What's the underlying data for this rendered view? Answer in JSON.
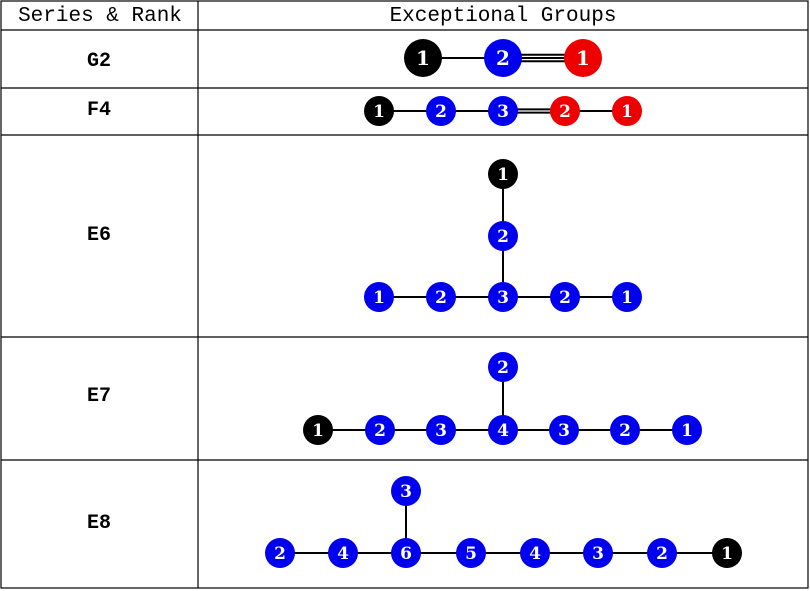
{
  "header": {
    "col1": "Series & Rank",
    "col2": "Exceptional Groups"
  },
  "colors": {
    "black": "#000000",
    "blue": "#0000ee",
    "red": "#ee0000"
  },
  "rows": [
    {
      "series": "G2",
      "nodes": [
        {
          "label": "1",
          "color": "black"
        },
        {
          "label": "2",
          "color": "blue"
        },
        {
          "label": "1",
          "color": "red"
        }
      ],
      "edges": [
        {
          "from": 0,
          "to": 1,
          "multiplicity": 1
        },
        {
          "from": 1,
          "to": 2,
          "multiplicity": 3
        }
      ]
    },
    {
      "series": "F4",
      "nodes": [
        {
          "label": "1",
          "color": "black"
        },
        {
          "label": "2",
          "color": "blue"
        },
        {
          "label": "3",
          "color": "blue"
        },
        {
          "label": "2",
          "color": "red"
        },
        {
          "label": "1",
          "color": "red"
        }
      ],
      "edges": [
        {
          "from": 0,
          "to": 1,
          "multiplicity": 1
        },
        {
          "from": 1,
          "to": 2,
          "multiplicity": 1
        },
        {
          "from": 2,
          "to": 3,
          "multiplicity": 2
        },
        {
          "from": 3,
          "to": 4,
          "multiplicity": 1
        }
      ]
    },
    {
      "series": "E6",
      "nodes": [
        {
          "label": "1",
          "color": "black"
        },
        {
          "label": "2",
          "color": "blue"
        },
        {
          "label": "1",
          "color": "blue"
        },
        {
          "label": "2",
          "color": "blue"
        },
        {
          "label": "3",
          "color": "blue"
        },
        {
          "label": "2",
          "color": "blue"
        },
        {
          "label": "1",
          "color": "blue"
        }
      ],
      "edges": [
        {
          "from": 0,
          "to": 1,
          "multiplicity": 1
        },
        {
          "from": 1,
          "to": 4,
          "multiplicity": 1
        },
        {
          "from": 2,
          "to": 3,
          "multiplicity": 1
        },
        {
          "from": 3,
          "to": 4,
          "multiplicity": 1
        },
        {
          "from": 4,
          "to": 5,
          "multiplicity": 1
        },
        {
          "from": 5,
          "to": 6,
          "multiplicity": 1
        }
      ]
    },
    {
      "series": "E7",
      "nodes": [
        {
          "label": "2",
          "color": "blue"
        },
        {
          "label": "1",
          "color": "black"
        },
        {
          "label": "2",
          "color": "blue"
        },
        {
          "label": "3",
          "color": "blue"
        },
        {
          "label": "4",
          "color": "blue"
        },
        {
          "label": "3",
          "color": "blue"
        },
        {
          "label": "2",
          "color": "blue"
        },
        {
          "label": "1",
          "color": "blue"
        }
      ],
      "edges": [
        {
          "from": 0,
          "to": 4,
          "multiplicity": 1
        },
        {
          "from": 1,
          "to": 2,
          "multiplicity": 1
        },
        {
          "from": 2,
          "to": 3,
          "multiplicity": 1
        },
        {
          "from": 3,
          "to": 4,
          "multiplicity": 1
        },
        {
          "from": 4,
          "to": 5,
          "multiplicity": 1
        },
        {
          "from": 5,
          "to": 6,
          "multiplicity": 1
        },
        {
          "from": 6,
          "to": 7,
          "multiplicity": 1
        }
      ]
    },
    {
      "series": "E8",
      "nodes": [
        {
          "label": "3",
          "color": "blue"
        },
        {
          "label": "2",
          "color": "blue"
        },
        {
          "label": "4",
          "color": "blue"
        },
        {
          "label": "6",
          "color": "blue"
        },
        {
          "label": "5",
          "color": "blue"
        },
        {
          "label": "4",
          "color": "blue"
        },
        {
          "label": "3",
          "color": "blue"
        },
        {
          "label": "2",
          "color": "blue"
        },
        {
          "label": "1",
          "color": "black"
        }
      ],
      "edges": [
        {
          "from": 0,
          "to": 3,
          "multiplicity": 1
        },
        {
          "from": 1,
          "to": 2,
          "multiplicity": 1
        },
        {
          "from": 2,
          "to": 3,
          "multiplicity": 1
        },
        {
          "from": 3,
          "to": 4,
          "multiplicity": 1
        },
        {
          "from": 4,
          "to": 5,
          "multiplicity": 1
        },
        {
          "from": 5,
          "to": 6,
          "multiplicity": 1
        },
        {
          "from": 6,
          "to": 7,
          "multiplicity": 1
        },
        {
          "from": 7,
          "to": 8,
          "multiplicity": 1
        }
      ]
    }
  ]
}
